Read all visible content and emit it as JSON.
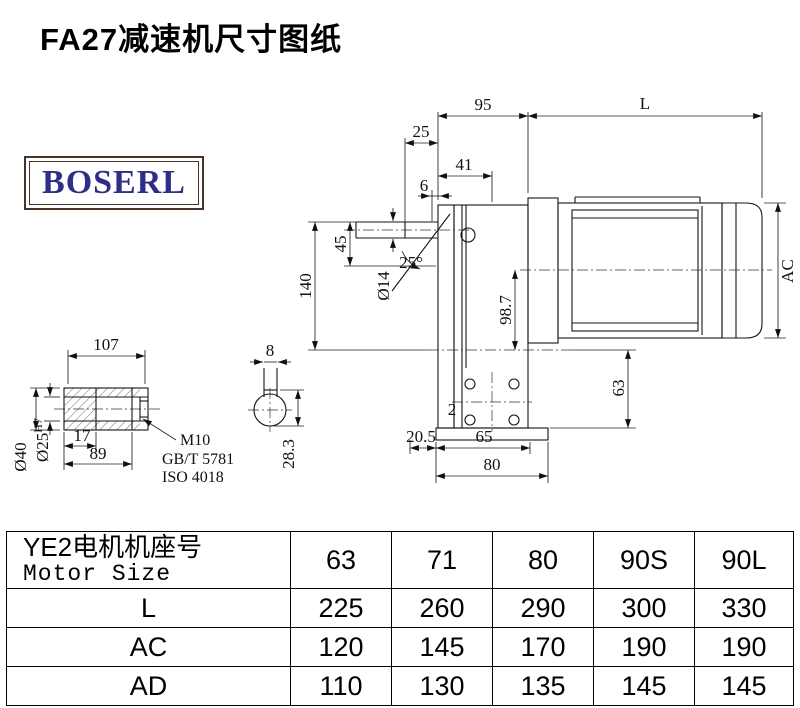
{
  "title": "FA27减速机尺寸图纸",
  "logo": {
    "text": "BOSERL",
    "text_color": "#2e2e86",
    "border_color": "#483428"
  },
  "drawing": {
    "dims": {
      "d95": "95",
      "L": "L",
      "d25": "25",
      "d41": "41",
      "d6": "6",
      "d45": "45",
      "angle25": "25°",
      "dia14": "Ø14",
      "d140": "140",
      "d98_7": "98.7",
      "AC": "AC",
      "d63": "63",
      "d2": "2",
      "d20_5": "20.5",
      "d65": "65",
      "d80": "80",
      "d107": "107",
      "d8": "8",
      "d17": "17",
      "d89": "89",
      "m10": "M10",
      "gbt5781": "GB/T 5781",
      "iso4018": "ISO 4018",
      "d28_3": "28.3",
      "dia40": "Ø40",
      "dia25": "Ø25",
      "dia25_tol": "H7"
    }
  },
  "table": {
    "header": {
      "line1": "YE2电机机座号",
      "line2": "Motor Size"
    },
    "columns": [
      "63",
      "71",
      "80",
      "90S",
      "90L"
    ],
    "rows": [
      {
        "label": "L",
        "values": [
          "225",
          "260",
          "290",
          "300",
          "330"
        ]
      },
      {
        "label": "AC",
        "values": [
          "120",
          "145",
          "170",
          "190",
          "190"
        ]
      },
      {
        "label": "AD",
        "values": [
          "110",
          "130",
          "135",
          "145",
          "145"
        ]
      }
    ]
  }
}
